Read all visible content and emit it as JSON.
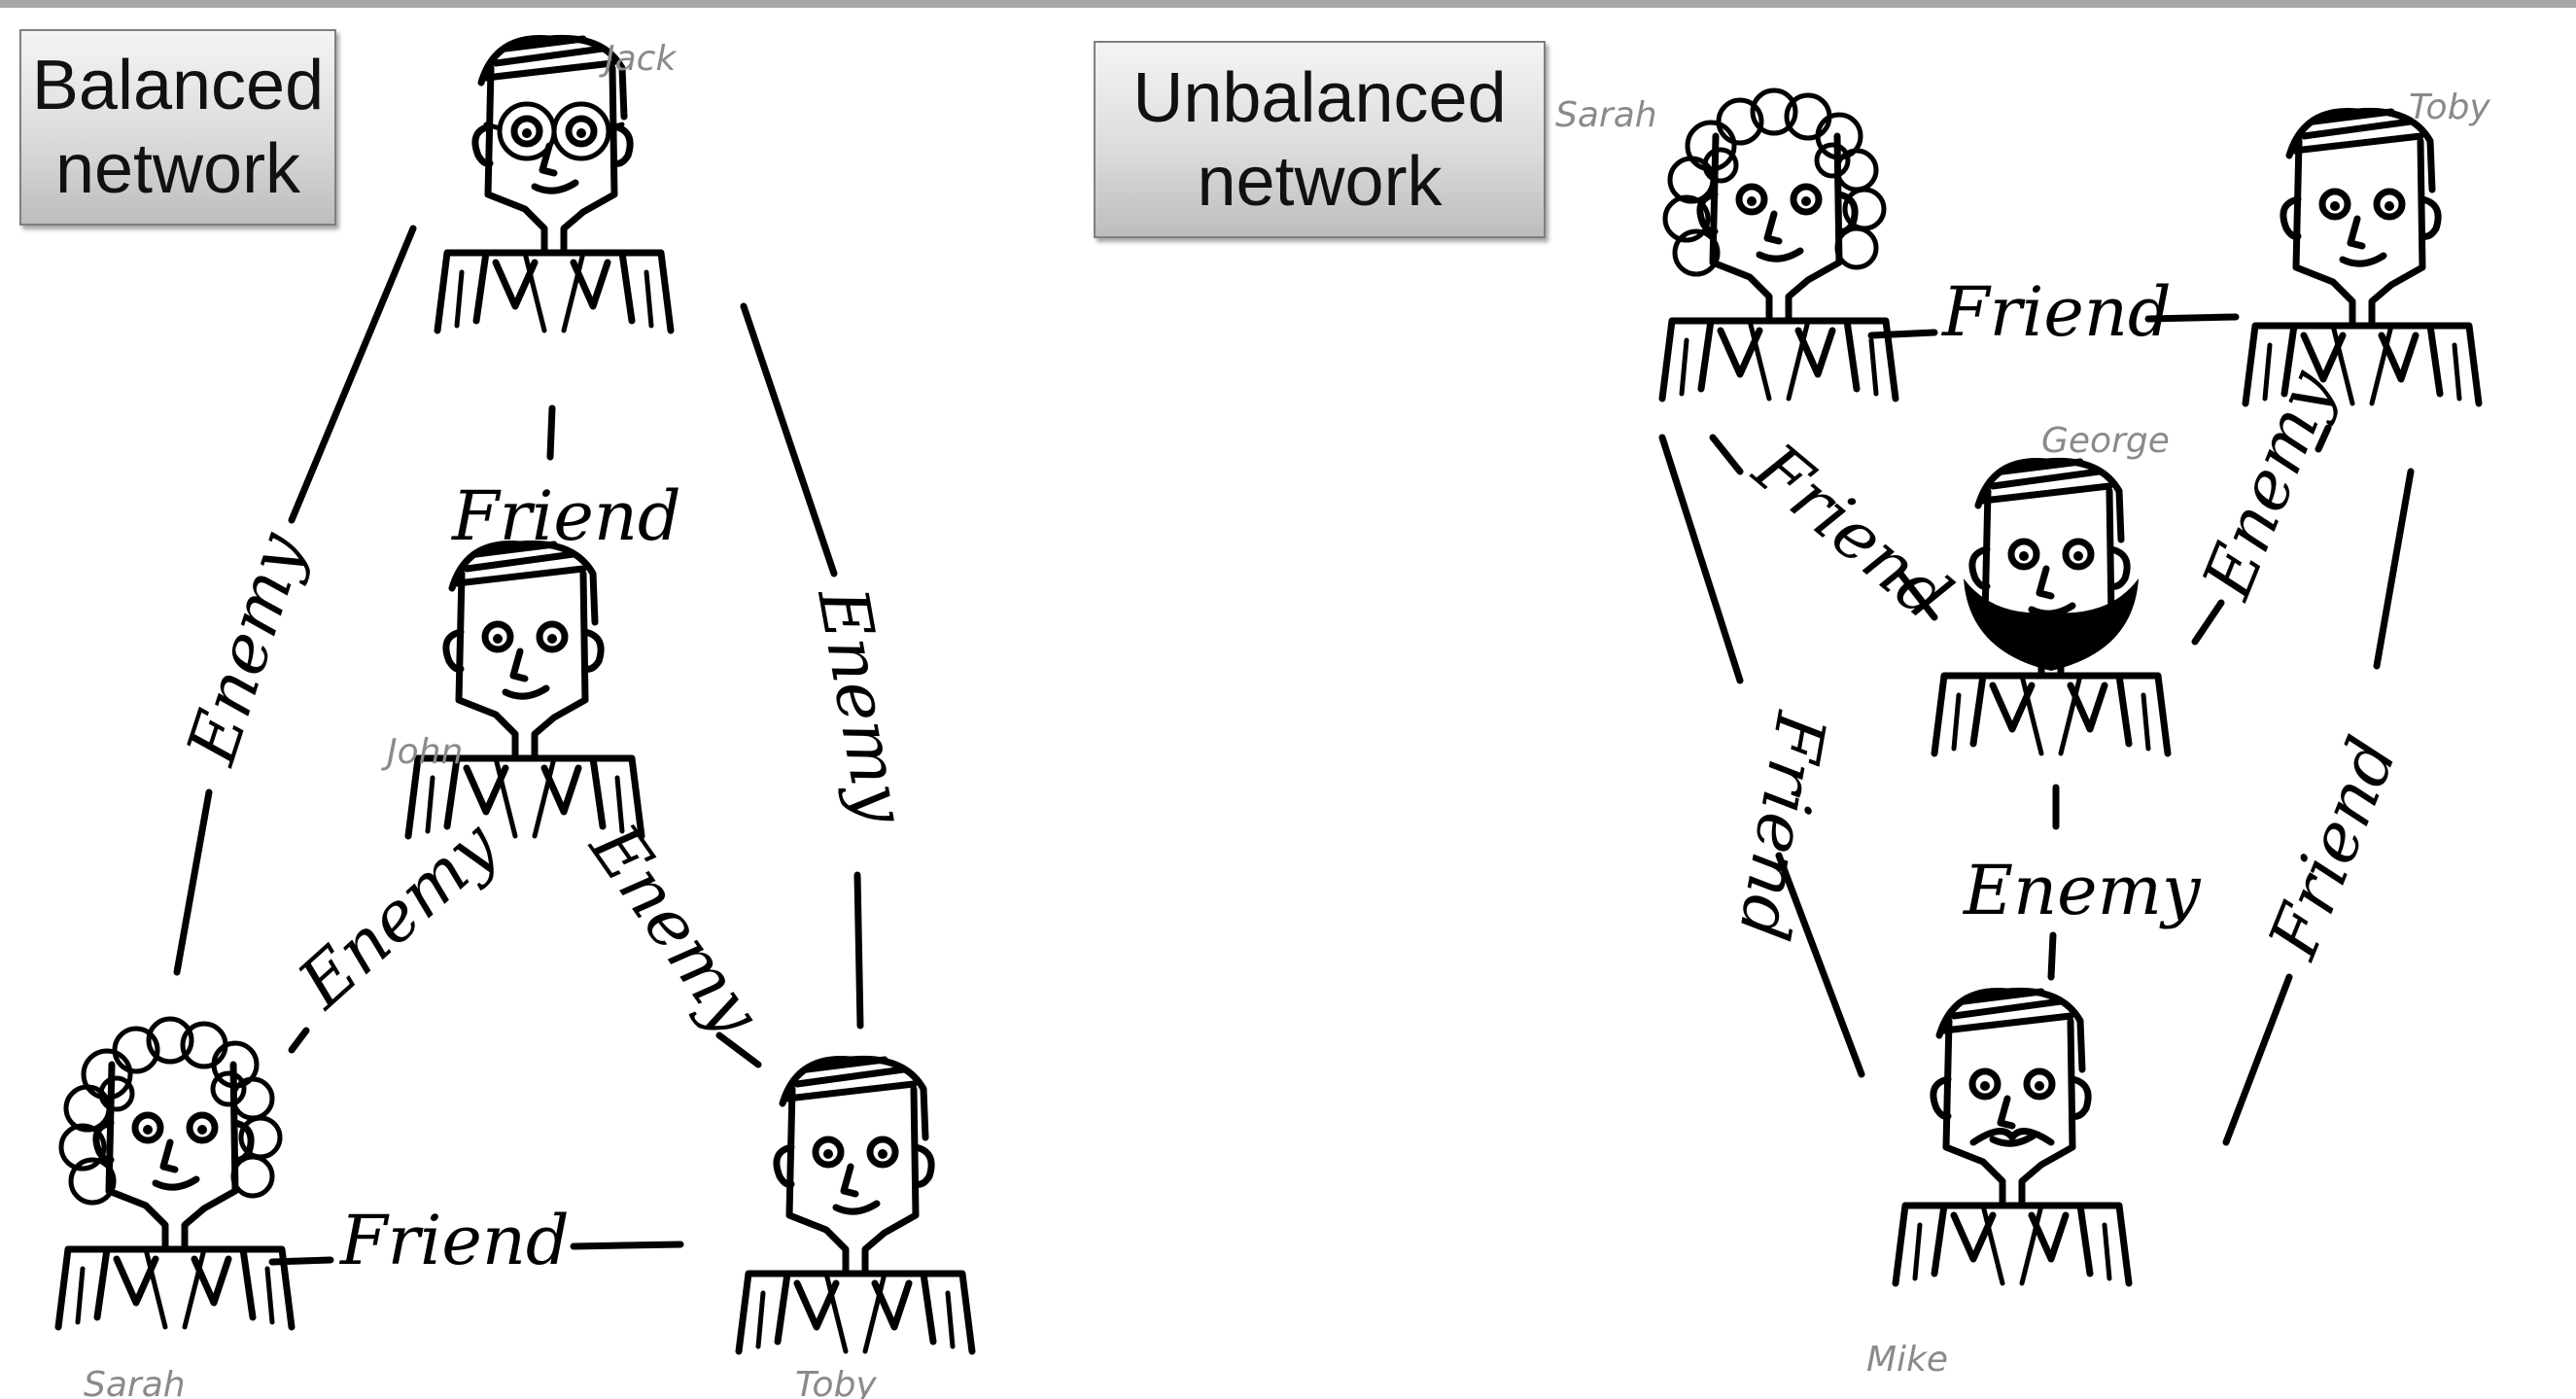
{
  "panels": {
    "left_title_line1": "Balanced",
    "left_title_line2": "network",
    "right_title_line1": "Unbalanced",
    "right_title_line2": "network"
  },
  "people": {
    "jack": "Jack",
    "john": "John",
    "sarah": "Sarah",
    "toby": "Toby",
    "george": "George",
    "mike": "Mike"
  },
  "relations": {
    "friend": "Friend",
    "enemy": "Enemy"
  }
}
